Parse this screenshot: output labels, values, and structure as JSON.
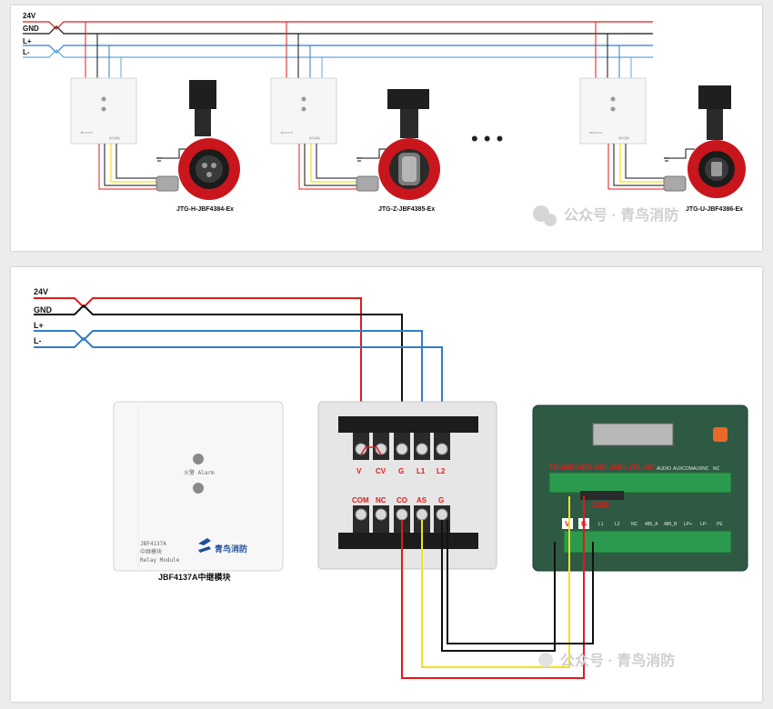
{
  "top": {
    "bus_lines": [
      "24V",
      "GND",
      "L+",
      "L-"
    ],
    "modules": [
      {
        "tiny_text": "JBF4137A",
        "logo": "青鸟消防"
      },
      {
        "tiny_text": "JBF4137A",
        "logo": "青鸟消防"
      },
      {
        "tiny_text": "JBF4137A",
        "logo": "青鸟消防"
      }
    ],
    "detectors": [
      "JTG-H-JBF4384-Ex",
      "JTG-Z-JBF4385-Ex",
      "JTG-U-JBF4386-Ex"
    ],
    "ellipsis": "• • •",
    "watermark": "公众号 · 青鸟消防"
  },
  "bottom": {
    "bus_lines": [
      "24V",
      "GND",
      "L+",
      "L-"
    ],
    "relay_module": {
      "alarm_label": "火警 Alarm",
      "model": "JBF4137A",
      "cn_name": "中继模块",
      "en_name": "Relay Module",
      "logo": "青鸟消防",
      "caption": "JBF4137A中继模块"
    },
    "terminal_block": {
      "top_terminals": [
        "V",
        "CV",
        "G",
        "L1",
        "L2"
      ],
      "bottom_terminals": [
        "COM",
        "NC",
        "CO",
        "AS",
        "G"
      ]
    },
    "detector_board": {
      "top_labels": [
        "FR-NO",
        "FR-C",
        "FR-NC",
        "FL-NO",
        "FL-C",
        "FL-NC"
      ],
      "top_extra_labels": [
        "AUDIO",
        "AUXCOM",
        "AUXNC",
        "NC"
      ],
      "jumper_label": "120Ω",
      "bottom_labels": [
        "V",
        "G"
      ],
      "bottom_extra_labels": [
        "L1",
        "L2",
        "NC",
        "485_A",
        "485_B",
        "LP+",
        "LP-",
        "PE"
      ]
    },
    "watermark": "公众号 · 青鸟消防"
  },
  "colors": {
    "red": "#e3191a",
    "black": "#111111",
    "blue": "#2f7dc8",
    "light_blue": "#64a5dc",
    "yellow": "#f2e21a",
    "green_board": "#2e5a44",
    "terminal_green": "#2c9a4e"
  }
}
